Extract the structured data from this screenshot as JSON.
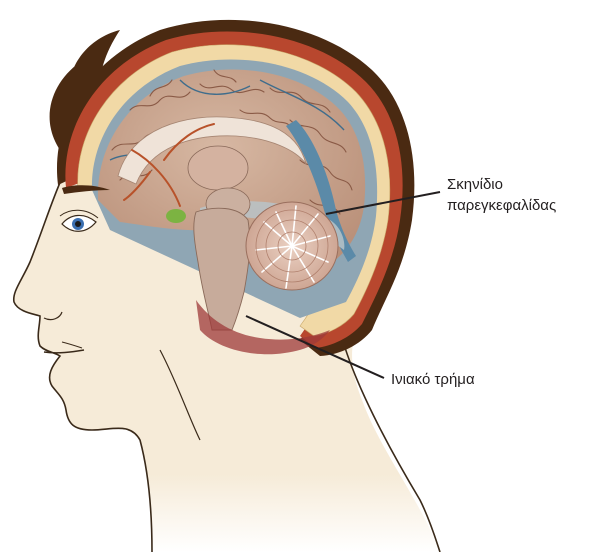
{
  "labels": {
    "tentorium_line1": "Σκηνίδιο",
    "tentorium_line2": "παρεγκεφαλίδας",
    "foramen_magnum": "Ινιακό τρήμα"
  },
  "colors": {
    "skin": "#f6ebd8",
    "outline": "#3a2a1a",
    "hair": "#4a2a12",
    "scalp": "#b8472e",
    "skull": "#f1d9a6",
    "dura": "#8fa6b4",
    "brain": "#c9a58e",
    "gyri_lines": "#8a5a46",
    "cerebellum": "#d9b2a0",
    "brainstem": "#c7ab9b",
    "sinus_blue": "#5b8aa8",
    "artery": "#b8522a",
    "gland": "#7cb342",
    "leader_line": "#231f20"
  },
  "icons": [
    "eye-icon"
  ]
}
